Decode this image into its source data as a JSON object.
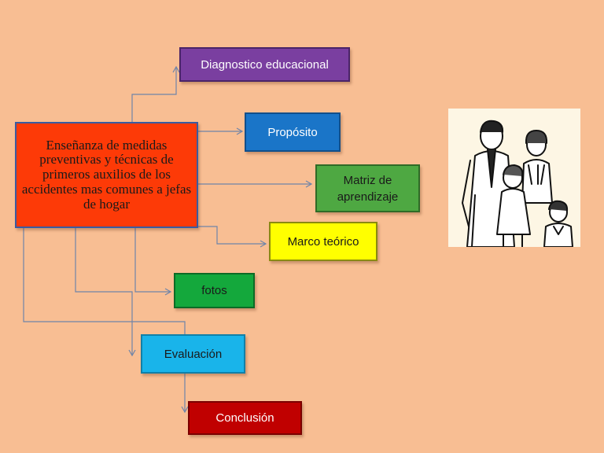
{
  "central": {
    "text": "Enseñanza de medidas preventivas y técnicas de primeros auxilios de los accidentes mas comunes a jefas de hogar",
    "fill": "#fd3a07",
    "border": "#3a5ba0"
  },
  "nodes": {
    "diagnostico": {
      "label": "Diagnostico educacional",
      "fill": "#7a3fa0",
      "border": "#4a2468",
      "text_color": "#ffffff"
    },
    "proposito": {
      "label": "Propósito",
      "fill": "#1a75c8",
      "border": "#124f8a",
      "text_color": "#ffffff"
    },
    "matriz": {
      "label": "Matriz de aprendizaje",
      "fill": "#4ea842",
      "border": "#2f6b27",
      "text_color": "#1a1a1a"
    },
    "marco": {
      "label": "Marco teórico",
      "fill": "#ffff00",
      "border": "#8a8a10",
      "text_color": "#1a1a1a"
    },
    "fotos": {
      "label": "fotos",
      "fill": "#14a83c",
      "border": "#0d6b26",
      "text_color": "#1a1a1a"
    },
    "evaluacion": {
      "label": "Evaluación",
      "fill": "#19b4ea",
      "border": "#1180a8",
      "text_color": "#1a1a1a"
    },
    "conclusion": {
      "label": "Conclusión",
      "fill": "#c00000",
      "border": "#7a0000",
      "text_color": "#ffffff"
    }
  },
  "connector_color": "#6f84a8",
  "illustration": {
    "icon": "family-icon"
  }
}
